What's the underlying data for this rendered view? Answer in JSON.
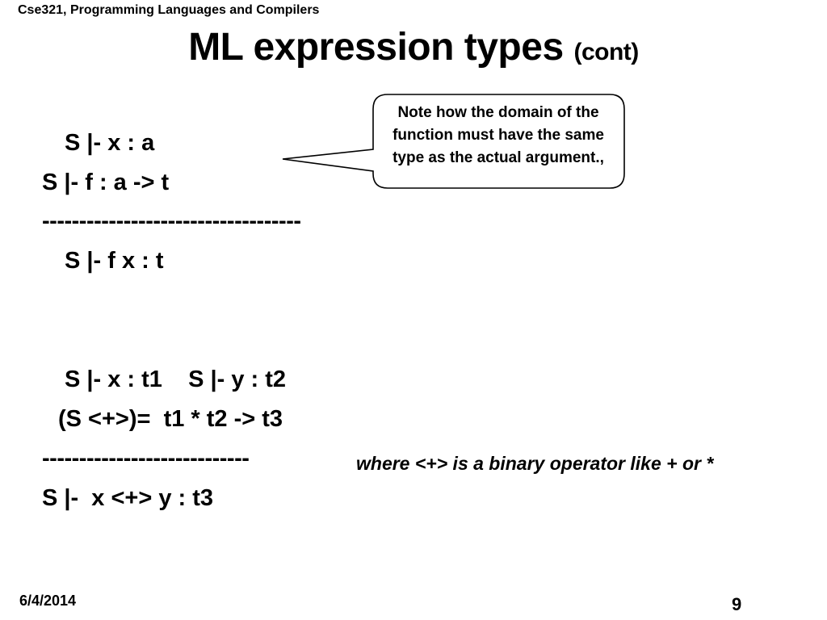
{
  "header": {
    "course": "Cse321, Programming Languages and Compilers"
  },
  "title": {
    "main": "ML expression types ",
    "suffix": "(cont)"
  },
  "rule1": {
    "premise1": "S |- x : a",
    "premise2": "S |- f : a -> t",
    "divider": "-----------------------------------",
    "conclusion": "S |- f x : t"
  },
  "callout": {
    "text": "Note how the domain of the function must have the same type as the actual argument.,"
  },
  "rule2": {
    "premise1": "S |- x : t1    S |- y : t2",
    "premise2": "(S <+>)=  t1 * t2 -> t3",
    "divider": "----------------------------",
    "note": "where <+> is a binary operator like + or *",
    "conclusion": "S |-  x <+> y : t3"
  },
  "footer": {
    "date": "6/4/2014",
    "page": "9"
  }
}
